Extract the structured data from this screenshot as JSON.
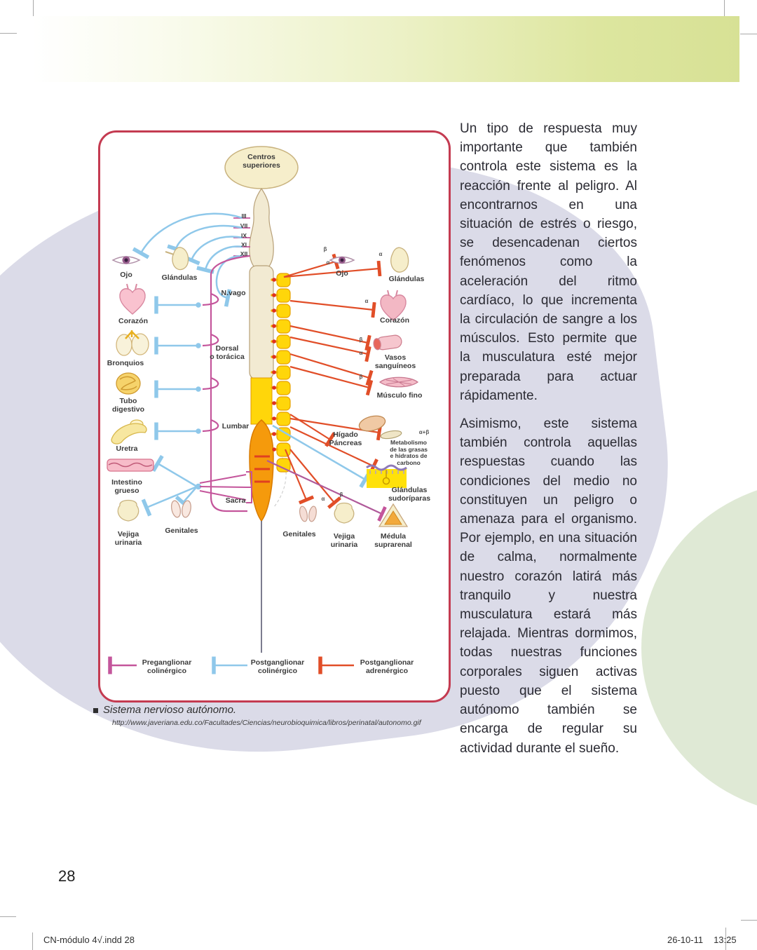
{
  "page_number": "28",
  "footer": {
    "file": "CN-módulo 4√.indd   28",
    "date": "26-10-11",
    "time": "13:25"
  },
  "article": {
    "paragraphs": [
      "Un tipo de respuesta muy importante que también controla este sistema es la reacción frente al peligro. Al encontrarnos en una situación de estrés o riesgo, se desencadenan ciertos fenómenos como la aceleración del ritmo cardíaco, lo que incrementa la circulación de sangre a los músculos. Esto permite que la musculatura esté mejor preparada para actuar rápidamente.",
      "Asimismo, este sistema también controla aquellas respuestas cuando las condiciones del medio no constituyen un peligro o amenaza para el organismo. Por ejemplo, en una situación de calma, normalmente nuestro corazón latirá más tranquilo y nuestra musculatura estará más relajada. Mientras dormimos, todas nuestras funciones corporales siguen activas puesto que el sistema autónomo también se encarga de regular su actividad durante el sueño."
    ]
  },
  "figure": {
    "caption": "Sistema nervioso autónomo.",
    "source": "http://www.javeriana.edu.co/Facultades/Ciencias/neurobioquimica/libros/perinatal/autonomo.gif",
    "labels": {
      "centros": "Centros\nsuperiores",
      "n_iii": "III",
      "n_vii": "VII",
      "n_ix": "IX",
      "n_xi": "XI",
      "n_xii": "XII",
      "ojo_izq": "Ojo",
      "glandulas_izq": "Glándulas",
      "n_vago": "N.vago",
      "corazon_izq": "Corazón",
      "dorsal": "Dorsal\no torácica",
      "bronquios": "Bronquios",
      "tubo_digestivo": "Tubo\ndigestivo",
      "lumbar": "Lumbar",
      "uretra": "Uretra",
      "intestino_grueso": "Intestino\ngrueso",
      "sacra": "Sacra",
      "vejiga_izq": "Vejiga\nurinaria",
      "genitales_izq": "Genitales",
      "ojo_der": "Ojo",
      "glandulas_der": "Glándulas",
      "corazon_der": "Corazón",
      "vasos": "Vasos\nsanguíneos",
      "musculo": "Músculo fino",
      "higado": "Hígado\nPáncreas",
      "metabolismo": "Metabolismo\nde las grasas\ne hidratos de carbono",
      "sudoriparas": "Glándulas\nsudoríparas",
      "genitales_der": "Genitales",
      "vejiga_der": "Vejiga\nurinaria",
      "medula": "Médula\nsuprarenal"
    },
    "receptors": [
      "β",
      "α",
      "α",
      "α",
      "β",
      "α",
      "β",
      "α+β",
      "α",
      "β"
    ],
    "legend": [
      {
        "label": "Preganglionar\ncolinérgico",
        "color": "#c4559b"
      },
      {
        "label": "Postganglionar\ncolinérgico",
        "color": "#8fc8ea"
      },
      {
        "label": "Postganglionar\nadrenérgico",
        "color": "#e14e28"
      }
    ]
  },
  "colors": {
    "band_green": "#d7e195",
    "lavender_blob": "#dbdbe8",
    "green_blob": "#dfe9d5",
    "card_border": "#c43b51",
    "preganglionar_line": "#c4559b",
    "postganglionar_colinergico_line": "#8fc8ea",
    "postganglionar_adrenergico_line": "#e14e28",
    "cord_yellow": "#ffd60a",
    "sacral_orange": "#f59a0c"
  }
}
